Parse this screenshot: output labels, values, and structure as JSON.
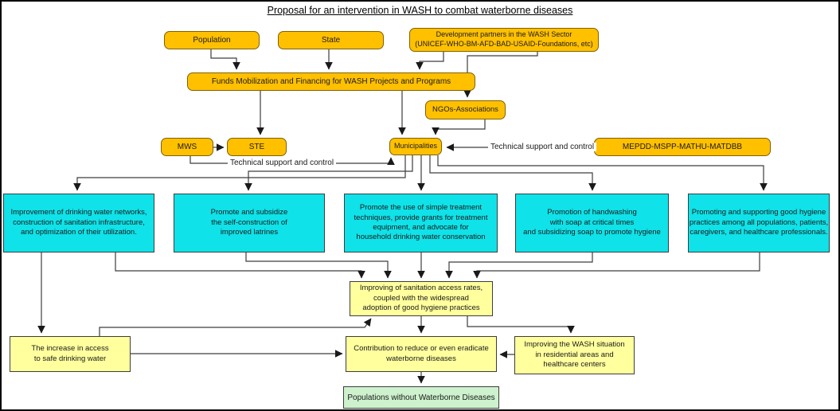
{
  "title": "Proposal for an intervention in WASH to combat waterborne diseases",
  "colors": {
    "orange_fill": "#FFC000",
    "orange_border": "#7F6000",
    "cyan_fill": "#0FE2E8",
    "yellow_fill": "#FFFF9E",
    "green_fill": "#CDF2CD",
    "line": "#3d3d3d"
  },
  "nodes": {
    "population": {
      "label": "Population",
      "type": "orange"
    },
    "state": {
      "label": "State",
      "type": "orange"
    },
    "dev_partners": {
      "label": "Development partners in the WASH Sector\n(UNICEF-WHO-BM-AFD-BAD-USAID-Foundations, etc)",
      "type": "orange"
    },
    "funds": {
      "label": "Funds Mobilization and Financing for WASH Projects and Programs",
      "type": "orange"
    },
    "ngos": {
      "label": "NGOs-Associations",
      "type": "orange"
    },
    "mws": {
      "label": "MWS",
      "type": "orange"
    },
    "ste": {
      "label": "STE",
      "type": "orange"
    },
    "municipalities": {
      "label": "Municipalities",
      "type": "orange"
    },
    "mepdd": {
      "label": "MEPDD-MSPP-MATHU-MATDBB",
      "type": "orange"
    },
    "improve_networks": {
      "label": "Improvement of drinking water networks,\nconstruction of sanitation infrastructure,\nand optimization of their utilization.",
      "type": "cyan"
    },
    "promote_latrines": {
      "label": "Promote and subsidize\nthe self-construction of\nimproved latrines",
      "type": "cyan"
    },
    "promote_treatment": {
      "label": "Promote the use of simple treatment\ntechniques,  provide grants for treatment\nequipment, and advocate for\nhousehold drinking water conservation",
      "type": "cyan"
    },
    "promote_handwashing": {
      "label": "Promotion of handwashing\nwith soap at critical times\nand subsidizing soap to promote hygiene",
      "type": "cyan"
    },
    "promote_hygiene": {
      "label": "Promoting and supporting good hygiene\npractices among all populations, patients,\ncaregivers, and healthcare professionals.",
      "type": "cyan"
    },
    "sanitation_rates": {
      "label": "Improving of sanitation access rates,\ncoupled with the widespread\nadoption of good hygiene practices",
      "type": "yellow"
    },
    "increase_access": {
      "label": "The increase in access\nto safe drinking water",
      "type": "yellow"
    },
    "contribution": {
      "label": "Contribution to reduce or even eradicate\nwaterborne diseases",
      "type": "yellow"
    },
    "wash_situation": {
      "label": "Improving the WASH situation\nin residential areas and\nhealthcare centers",
      "type": "yellow"
    },
    "populations_healthy": {
      "label": "Populations without Waterborne Diseases",
      "type": "green"
    }
  },
  "edge_labels": {
    "tech_support_left": "Technical support and control",
    "tech_support_right": "Technical support and control"
  },
  "edges": [
    {
      "from": "population",
      "to": "funds"
    },
    {
      "from": "state",
      "to": "funds"
    },
    {
      "from": "dev_partners",
      "to": "funds"
    },
    {
      "from": "dev_partners",
      "to": "ngos"
    },
    {
      "from": "funds",
      "to": "ste"
    },
    {
      "from": "funds",
      "to": "municipalities"
    },
    {
      "from": "ngos",
      "to": "municipalities"
    },
    {
      "from": "mws",
      "to": "ste"
    },
    {
      "from": "mws",
      "to": "municipalities",
      "label": "Technical support and control"
    },
    {
      "from": "mepdd",
      "to": "municipalities",
      "label": "Technical support and control"
    },
    {
      "from": "municipalities",
      "to": "improve_networks"
    },
    {
      "from": "municipalities",
      "to": "promote_latrines"
    },
    {
      "from": "municipalities",
      "to": "promote_treatment"
    },
    {
      "from": "municipalities",
      "to": "promote_handwashing"
    },
    {
      "from": "municipalities",
      "to": "promote_hygiene"
    },
    {
      "from": "improve_networks",
      "to": "increase_access"
    },
    {
      "from": "improve_networks",
      "to": "sanitation_rates"
    },
    {
      "from": "promote_latrines",
      "to": "sanitation_rates"
    },
    {
      "from": "promote_treatment",
      "to": "sanitation_rates"
    },
    {
      "from": "promote_handwashing",
      "to": "sanitation_rates"
    },
    {
      "from": "promote_hygiene",
      "to": "sanitation_rates"
    },
    {
      "from": "increase_access",
      "to": "sanitation_rates"
    },
    {
      "from": "sanitation_rates",
      "to": "contribution"
    },
    {
      "from": "sanitation_rates",
      "to": "wash_situation"
    },
    {
      "from": "increase_access",
      "to": "contribution"
    },
    {
      "from": "wash_situation",
      "to": "contribution"
    },
    {
      "from": "contribution",
      "to": "populations_healthy"
    }
  ]
}
